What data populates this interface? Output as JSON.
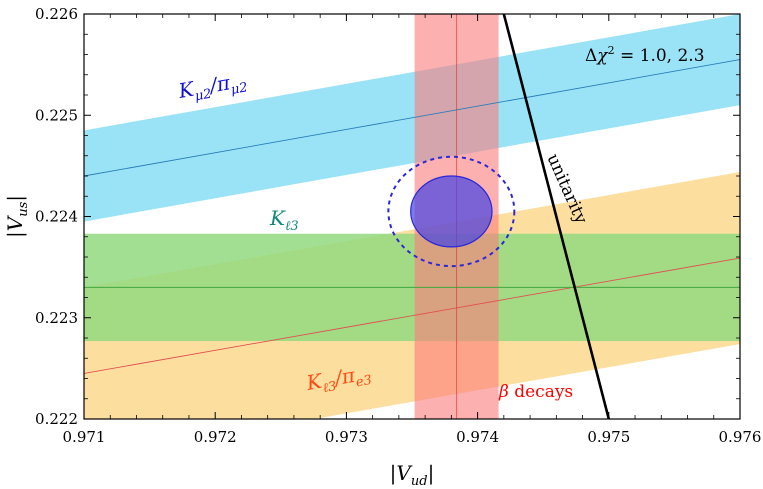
{
  "chart_data": {
    "type": "band-plot",
    "xlabel": "|V_ud|",
    "ylabel": "|V_us|",
    "xlim": [
      0.971,
      0.976
    ],
    "ylim": [
      0.222,
      0.226
    ],
    "x_ticks": [
      "0.971",
      "0.972",
      "0.973",
      "0.974",
      "0.975",
      "0.976"
    ],
    "y_ticks": [
      "0.222",
      "0.223",
      "0.224",
      "0.225",
      "0.226"
    ],
    "grid": false,
    "bands": [
      {
        "name": "K_{μ2}/π_{μ2}",
        "label": "Kμ2/πμ2",
        "kind": "sloped",
        "color": "#8fe0f6",
        "line_color": "#2a7db8",
        "center": [
          [
            0.971,
            0.2244
          ],
          [
            0.976,
            0.22555
          ]
        ],
        "half_width": 0.00045,
        "label_color": "#1010d0"
      },
      {
        "name": "K_{ℓ3}/π_{e3}",
        "label": "Kℓ3/πe3",
        "kind": "sloped",
        "color": "#fbd98e",
        "line_color": "#e05050",
        "center": [
          [
            0.971,
            0.22245
          ],
          [
            0.976,
            0.22359
          ]
        ],
        "half_width": 0.00085,
        "label_color": "#ff4a14"
      },
      {
        "name": "K_{ℓ3}",
        "label": "Kℓ3",
        "kind": "horizontal",
        "color": "#93d97f",
        "line_color": "#3fa83f",
        "center": 0.2233,
        "half_width": 0.00053,
        "label_color": "#138a7a"
      },
      {
        "name": "β decays",
        "label": "β decays",
        "kind": "vertical",
        "color": "#fb7b7b",
        "line_color": "#e03030",
        "center": 0.97384,
        "half_width": 0.00032,
        "label_color": "#ff0000"
      }
    ],
    "unitarity": {
      "label": "unitarity",
      "points": [
        [
          0.9742,
          0.226
        ],
        [
          0.975,
          0.222
        ]
      ]
    },
    "fit": {
      "center": [
        0.9738,
        0.22405
      ],
      "ellipse_1sigma": [
        0.00031,
        0.00035
      ],
      "ellipse_2sigma": [
        0.00048,
        0.00054
      ],
      "annotation": "Δχ² = 1.0, 2.3",
      "color": "#2b28d8"
    }
  },
  "colors": {
    "unitarity_line": "#000000",
    "ellipse_fill": "#4343e6"
  }
}
